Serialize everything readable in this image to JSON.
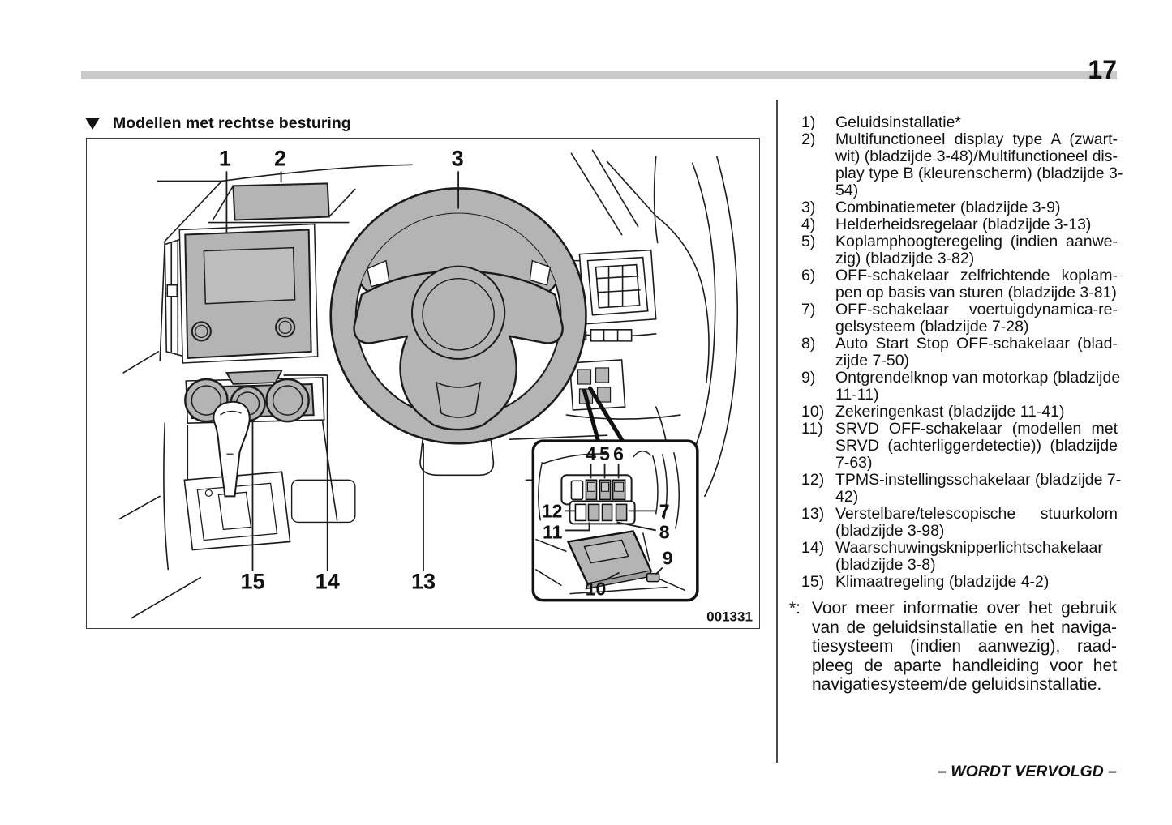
{
  "page": {
    "number": "17",
    "continuation_footer": "– WORDT VERVOLGD –"
  },
  "heading": {
    "title": "Modellen met rechtse besturing"
  },
  "figure": {
    "code": "001331",
    "callouts": {
      "c1": "1",
      "c2": "2",
      "c3": "3",
      "c4": "4",
      "c5": "5",
      "c6": "6",
      "c7": "7",
      "c8": "8",
      "c9": "9",
      "c10": "10",
      "c11": "11",
      "c12": "12",
      "c13": "13",
      "c14": "14",
      "c15": "15"
    }
  },
  "legend": {
    "items": [
      {
        "num": "1)",
        "lines": [
          "Geluidsinstallatie*"
        ]
      },
      {
        "num": "2)",
        "lines": [
          "Multifunctioneel display type A (zwart-",
          "wit) (bladzijde 3-48)/Multifunctioneel dis-",
          "play type B (kleurenscherm) (bladzijde 3-",
          "54)"
        ]
      },
      {
        "num": "3)",
        "lines": [
          "Combinatiemeter (bladzijde 3-9)"
        ]
      },
      {
        "num": "4)",
        "lines": [
          "Helderheidsregelaar (bladzijde 3-13)"
        ]
      },
      {
        "num": "5)",
        "lines": [
          "Koplamphoogteregeling (indien aanwe-",
          "zig) (bladzijde 3-82)"
        ]
      },
      {
        "num": "6)",
        "lines": [
          "OFF-schakelaar zelfrichtende koplam-",
          "pen op basis van sturen (bladzijde 3-81)"
        ]
      },
      {
        "num": "7)",
        "lines": [
          "OFF-schakelaar voertuigdynamica-re-",
          "gelsysteem (bladzijde 7-28)"
        ]
      },
      {
        "num": "8)",
        "lines": [
          "Auto Start Stop OFF-schakelaar (blad-",
          "zijde 7-50)"
        ]
      },
      {
        "num": "9)",
        "lines": [
          "Ontgrendelknop van motorkap (bladzijde",
          "11-11)"
        ]
      },
      {
        "num": "10)",
        "lines": [
          "Zekeringenkast (bladzijde 11-41)"
        ]
      },
      {
        "num": "11)",
        "lines": [
          "SRVD OFF-schakelaar (modellen met",
          "SRVD (achterliggerdetectie)) (bladzijde",
          "7-63)"
        ]
      },
      {
        "num": "12)",
        "lines": [
          "TPMS-instellingsschakelaar (bladzijde 7-",
          "42)"
        ]
      },
      {
        "num": "13)",
        "lines": [
          "Verstelbare/telescopische stuurkolom",
          "(bladzijde 3-98)"
        ]
      },
      {
        "num": "14)",
        "lines": [
          "Waarschuwingsknipperlichtschakelaar",
          "(bladzijde 3-8)"
        ]
      },
      {
        "num": "15)",
        "lines": [
          "Klimaatregeling (bladzijde 4-2)"
        ]
      }
    ],
    "footnote": {
      "marker": "*:",
      "lines": [
        "Voor meer informatie over het gebruik",
        "van de geluidsinstallatie en het naviga-",
        "tiesysteem (indien aanwezig), raad-",
        "pleeg de aparte handleiding voor het",
        "navigatiesysteem/de geluidsinstallatie."
      ]
    }
  },
  "colors": {
    "fill_gray": "#b4b4b4",
    "fill_gray_light": "#c0c0c0",
    "bar_gray": "#c9c9c9",
    "line_dark": "#1c1c1c"
  }
}
